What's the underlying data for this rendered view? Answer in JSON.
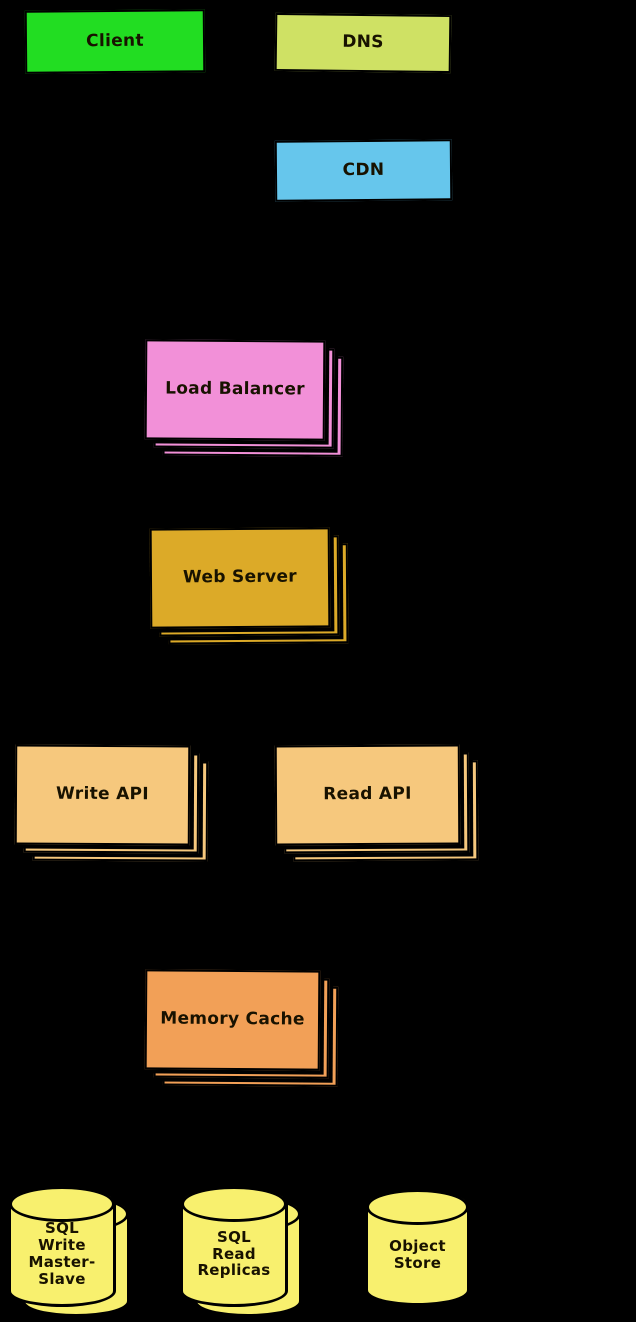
{
  "diagram": {
    "background_color": "#000000",
    "outline_color": "#000000",
    "nodes": {
      "client": {
        "label": "Client",
        "color": "#22dd22",
        "shape": "box",
        "stacked": false
      },
      "dns": {
        "label": "DNS",
        "color": "#cfe164",
        "shape": "box",
        "stacked": false
      },
      "cdn": {
        "label": "CDN",
        "color": "#66c6ec",
        "shape": "box",
        "stacked": false
      },
      "load_balancer": {
        "label": "Load Balancer",
        "color": "#f290d8",
        "shape": "box",
        "stacked": true
      },
      "web_server": {
        "label": "Web Server",
        "color": "#dcaa28",
        "shape": "box",
        "stacked": true
      },
      "write_api": {
        "label": "Write API",
        "color": "#f6c87d",
        "shape": "box",
        "stacked": true
      },
      "read_api": {
        "label": "Read API",
        "color": "#f6c87d",
        "shape": "box",
        "stacked": true
      },
      "memory_cache": {
        "label": "Memory Cache",
        "color": "#f2a057",
        "shape": "box",
        "stacked": true
      },
      "sql_write_master_slave": {
        "label": "SQL\nWrite\nMaster-\nSlave",
        "color": "#f8f06e",
        "shape": "cylinder",
        "stacked": true
      },
      "sql_read_replicas": {
        "label": "SQL\nRead\nReplicas",
        "color": "#f8f06e",
        "shape": "cylinder",
        "stacked": true
      },
      "object_store": {
        "label": "Object\nStore",
        "color": "#f8f06e",
        "shape": "cylinder",
        "stacked": false
      }
    }
  }
}
